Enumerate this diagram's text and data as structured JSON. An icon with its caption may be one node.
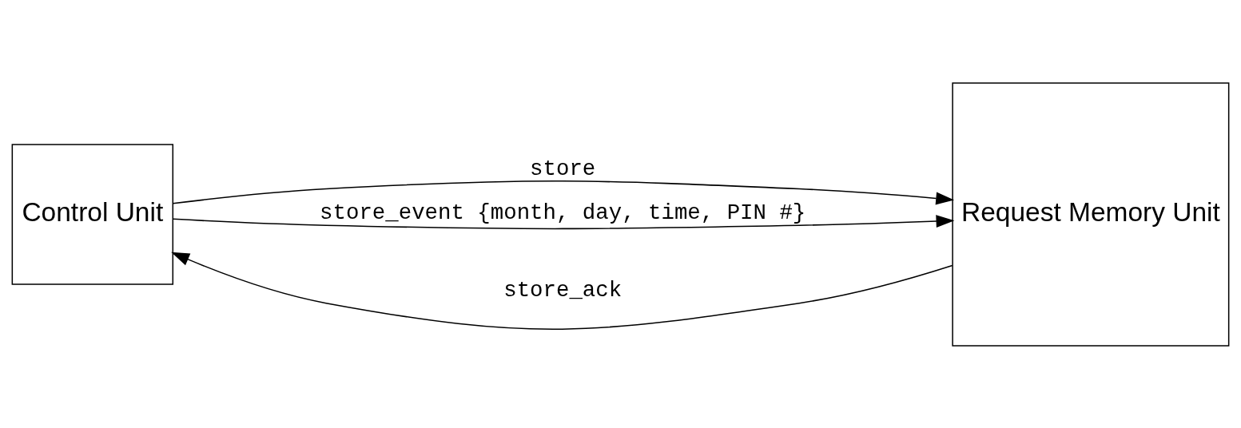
{
  "diagram": {
    "nodes": [
      {
        "text": [
          "Control Unit"
        ]
      },
      {
        "text": [
          "Request Memory Unit"
        ]
      }
    ],
    "edges": [
      {
        "from": 0,
        "to": 1,
        "arrow": "to",
        "label": "store"
      },
      {
        "from": 1,
        "to": 0,
        "arrow": "to",
        "label": "store_ack"
      },
      {
        "from": 0,
        "to": 1,
        "arrow": "to",
        "label": "store_event {month, day, time, PIN #}"
      }
    ]
  }
}
